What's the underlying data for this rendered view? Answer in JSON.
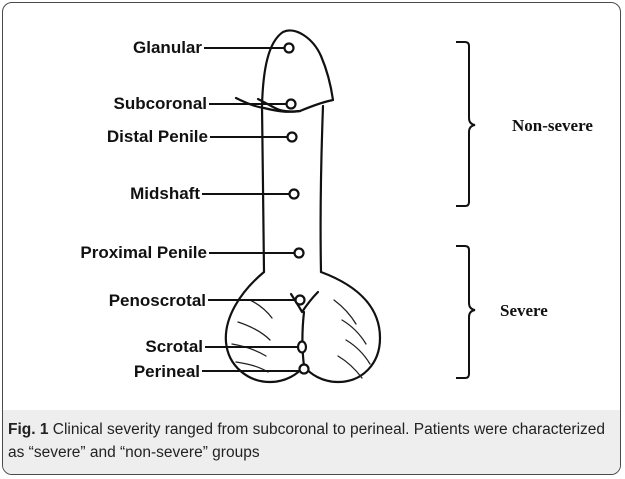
{
  "sites": [
    {
      "id": "glanular",
      "label": "Glanular"
    },
    {
      "id": "subcoronal",
      "label": "Subcoronal"
    },
    {
      "id": "distal-penile",
      "label": "Distal Penile"
    },
    {
      "id": "midshaft",
      "label": "Midshaft"
    },
    {
      "id": "proximal-penile",
      "label": "Proximal Penile"
    },
    {
      "id": "penoscrotal",
      "label": "Penoscrotal"
    },
    {
      "id": "scrotal",
      "label": "Scrotal"
    },
    {
      "id": "perineal",
      "label": "Perineal"
    }
  ],
  "groups": [
    {
      "id": "non-severe",
      "label": "Non-severe"
    },
    {
      "id": "severe",
      "label": "Severe"
    }
  ],
  "caption": {
    "figure_label": "Fig. 1",
    "text": " Clinical severity ranged from subcoronal to perineal. Patients were characterized as “severe” and “non-severe” groups"
  }
}
